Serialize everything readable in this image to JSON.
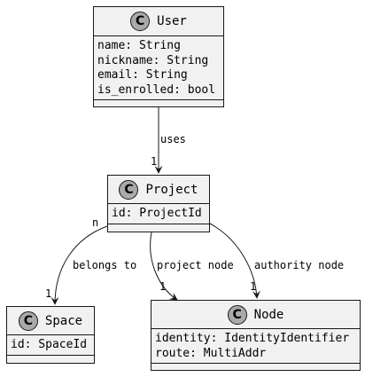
{
  "colors": {
    "class_fill": "#f1f1f1",
    "border": "#181818",
    "badge": "#a9a9a9"
  },
  "classes": {
    "user": {
      "badge": "C",
      "name": "User",
      "fields": [
        "name: String",
        "nickname: String",
        "email: String",
        "is_enrolled: bool"
      ]
    },
    "project": {
      "badge": "C",
      "name": "Project",
      "fields": [
        "id: ProjectId"
      ]
    },
    "space": {
      "badge": "C",
      "name": "Space",
      "fields": [
        "id: SpaceId"
      ]
    },
    "node": {
      "badge": "C",
      "name": "Node",
      "fields": [
        "identity: IdentityIdentifier",
        "route: MultiAddr"
      ]
    }
  },
  "relations": {
    "uses": {
      "label": "uses",
      "multiplicity": "1"
    },
    "belongs_to": {
      "label": "belongs to",
      "source_multiplicity": "n",
      "target_multiplicity": "1"
    },
    "project_node": {
      "label": "project node",
      "multiplicity": "1"
    },
    "authority_node": {
      "label": "authority node",
      "multiplicity": "1"
    }
  }
}
